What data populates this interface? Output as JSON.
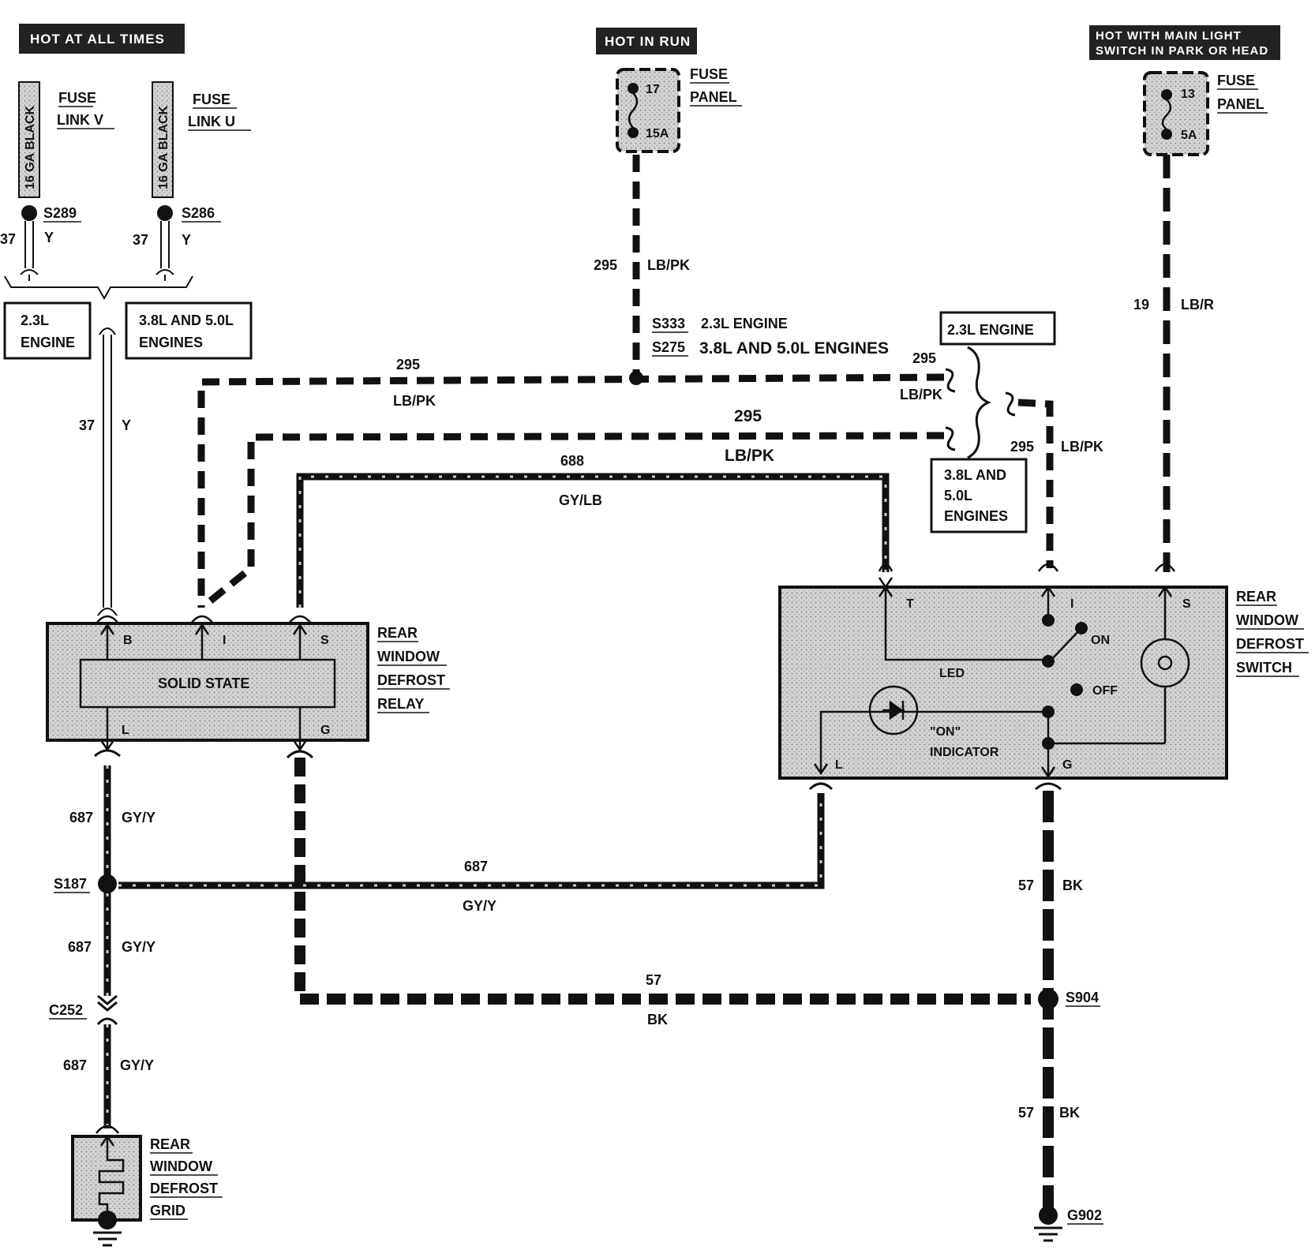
{
  "supply": {
    "hot_at_all_times": "HOT AT ALL TIMES",
    "hot_in_run": "HOT IN RUN",
    "hot_with_light_1": "HOT WITH MAIN LIGHT",
    "hot_with_light_2": "SWITCH IN PARK OR HEAD"
  },
  "fuse_links": {
    "v": {
      "wire": "16 GA BLACK",
      "l1": "FUSE",
      "l2": "LINK V",
      "splice": "S289"
    },
    "u": {
      "wire": "16 GA BLACK",
      "l1": "FUSE",
      "l2": "LINK U",
      "splice": "S286"
    }
  },
  "fuse_panel_run": {
    "l1": "FUSE",
    "l2": "PANEL",
    "pin_top": "17",
    "pin_bot": "15A"
  },
  "fuse_panel_light": {
    "l1": "FUSE",
    "l2": "PANEL",
    "pin_top": "13",
    "pin_bot": "5A"
  },
  "engines": {
    "e23": {
      "l1": "2.3L",
      "l2": "ENGINE"
    },
    "e38": {
      "l1": "3.8L AND 5.0L",
      "l2": "ENGINES"
    },
    "e23_right": "2.3L ENGINE",
    "e38_right": {
      "l1": "3.8L AND",
      "l2": "5.0L",
      "l3": "ENGINES"
    },
    "s333": "S333",
    "s333_desc": "2.3L ENGINE",
    "s275": "S275",
    "s275_desc": "3.8L AND 5.0L ENGINES"
  },
  "wires": {
    "w37": "37",
    "y": "Y",
    "w295": "295",
    "lbpk": "LB/PK",
    "w688": "688",
    "gylb": "GY/LB",
    "w687": "687",
    "gyy": "GY/Y",
    "w57": "57",
    "bk": "BK",
    "w19": "19",
    "lbr": "LB/R"
  },
  "relay": {
    "l1": "REAR",
    "l2": "WINDOW",
    "l3": "DEFROST",
    "l4": "RELAY",
    "inner": "SOLID STATE",
    "pin_b": "B",
    "pin_i": "I",
    "pin_s": "S",
    "pin_l": "L",
    "pin_g": "G"
  },
  "switch": {
    "l1": "REAR",
    "l2": "WINDOW",
    "l3": "DEFROST",
    "l4": "SWITCH",
    "pin_t": "T",
    "pin_i": "I",
    "pin_s": "S",
    "pin_l": "L",
    "pin_g": "G",
    "on": "ON",
    "off": "OFF",
    "led": "LED",
    "indicator_1": "\"ON\"",
    "indicator_2": "INDICATOR"
  },
  "splices": {
    "s187": "S187",
    "c252": "C252",
    "s904": "S904",
    "g902": "G902"
  },
  "grid": {
    "l1": "REAR",
    "l2": "WINDOW",
    "l3": "DEFROST",
    "l4": "GRID"
  }
}
